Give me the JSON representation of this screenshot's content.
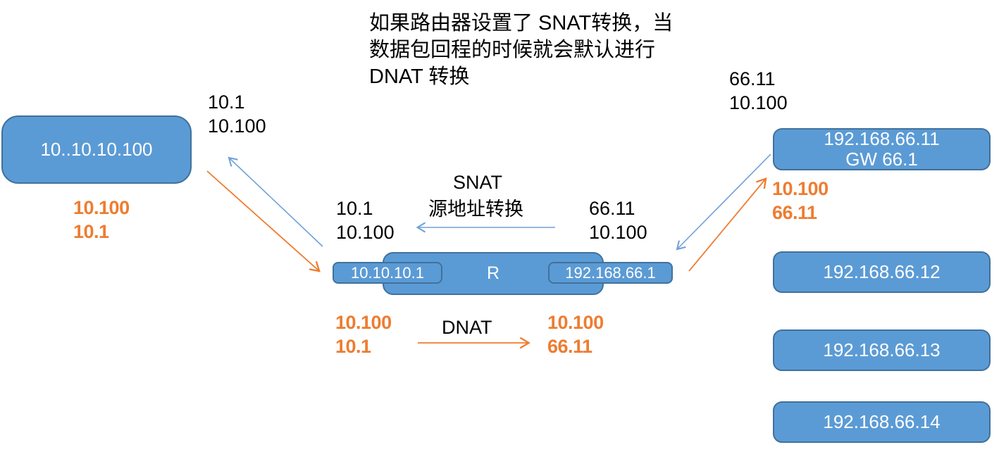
{
  "colors": {
    "node_fill": "#5b9bd5",
    "node_border": "#41719c",
    "orange": "#ed7d31",
    "arrow_blue": "#6fa0d8"
  },
  "annotation": {
    "line1": "如果路由器设置了 SNAT转换，当",
    "line2": "数据包回程的时候就会默认进行",
    "line3": "DNAT 转换"
  },
  "left_host": {
    "label": "10..10.10.100",
    "reply_packet": {
      "line1": "10.1",
      "line2": "10.100"
    },
    "request_packet": {
      "line1": "10.100",
      "line2": "10.1"
    }
  },
  "router": {
    "label": "R",
    "inside_interface": "10.10.10.1",
    "outside_interface": "192.168.66.1"
  },
  "snat": {
    "title": "SNAT",
    "subtitle": "源地址转换",
    "after_packet": {
      "line1": "10.1",
      "line2": "10.100"
    },
    "before_packet": {
      "line1": "66.11",
      "line2": "10.100"
    }
  },
  "dnat": {
    "title": "DNAT",
    "before_packet": {
      "line1": "10.100",
      "line2": "10.1"
    },
    "after_packet": {
      "line1": "10.100",
      "line2": "66.11"
    }
  },
  "right_hosts": {
    "host1": {
      "line1": "192.168.66.11",
      "line2": "GW 66.1"
    },
    "host2": {
      "label": "192.168.66.12"
    },
    "host3": {
      "label": "192.168.66.13"
    },
    "host4": {
      "label": "192.168.66.14"
    }
  },
  "right_labels": {
    "reply_packet": {
      "line1": "66.11",
      "line2": "10.100"
    },
    "request_packet": {
      "line1": "10.100",
      "line2": "66.11"
    }
  }
}
